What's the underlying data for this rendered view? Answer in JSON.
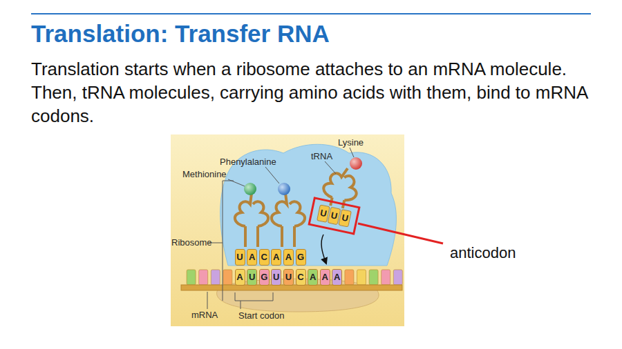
{
  "diagram": {
    "title": "Translation: Transfer RNA",
    "nodes": [
      {
        "text": [
          "U",
          "U",
          "U"
        ]
      }
    ],
    "labels": [
      "Translation starts when a ribosome attaches to an mRNA molecule. Then, tRNA molecules, carrying amino acids with them, bind to mRNA codons.",
      "Lysine",
      "tRNA",
      "Phenylalanine",
      "Methionine",
      "Ribosome",
      "mRNA",
      "Start codon",
      "anticodon",
      "U",
      "A",
      "C",
      "A",
      "A",
      "G",
      "A",
      "U",
      "G",
      "U",
      "U",
      "C",
      "A",
      "A",
      "A"
    ]
  }
}
